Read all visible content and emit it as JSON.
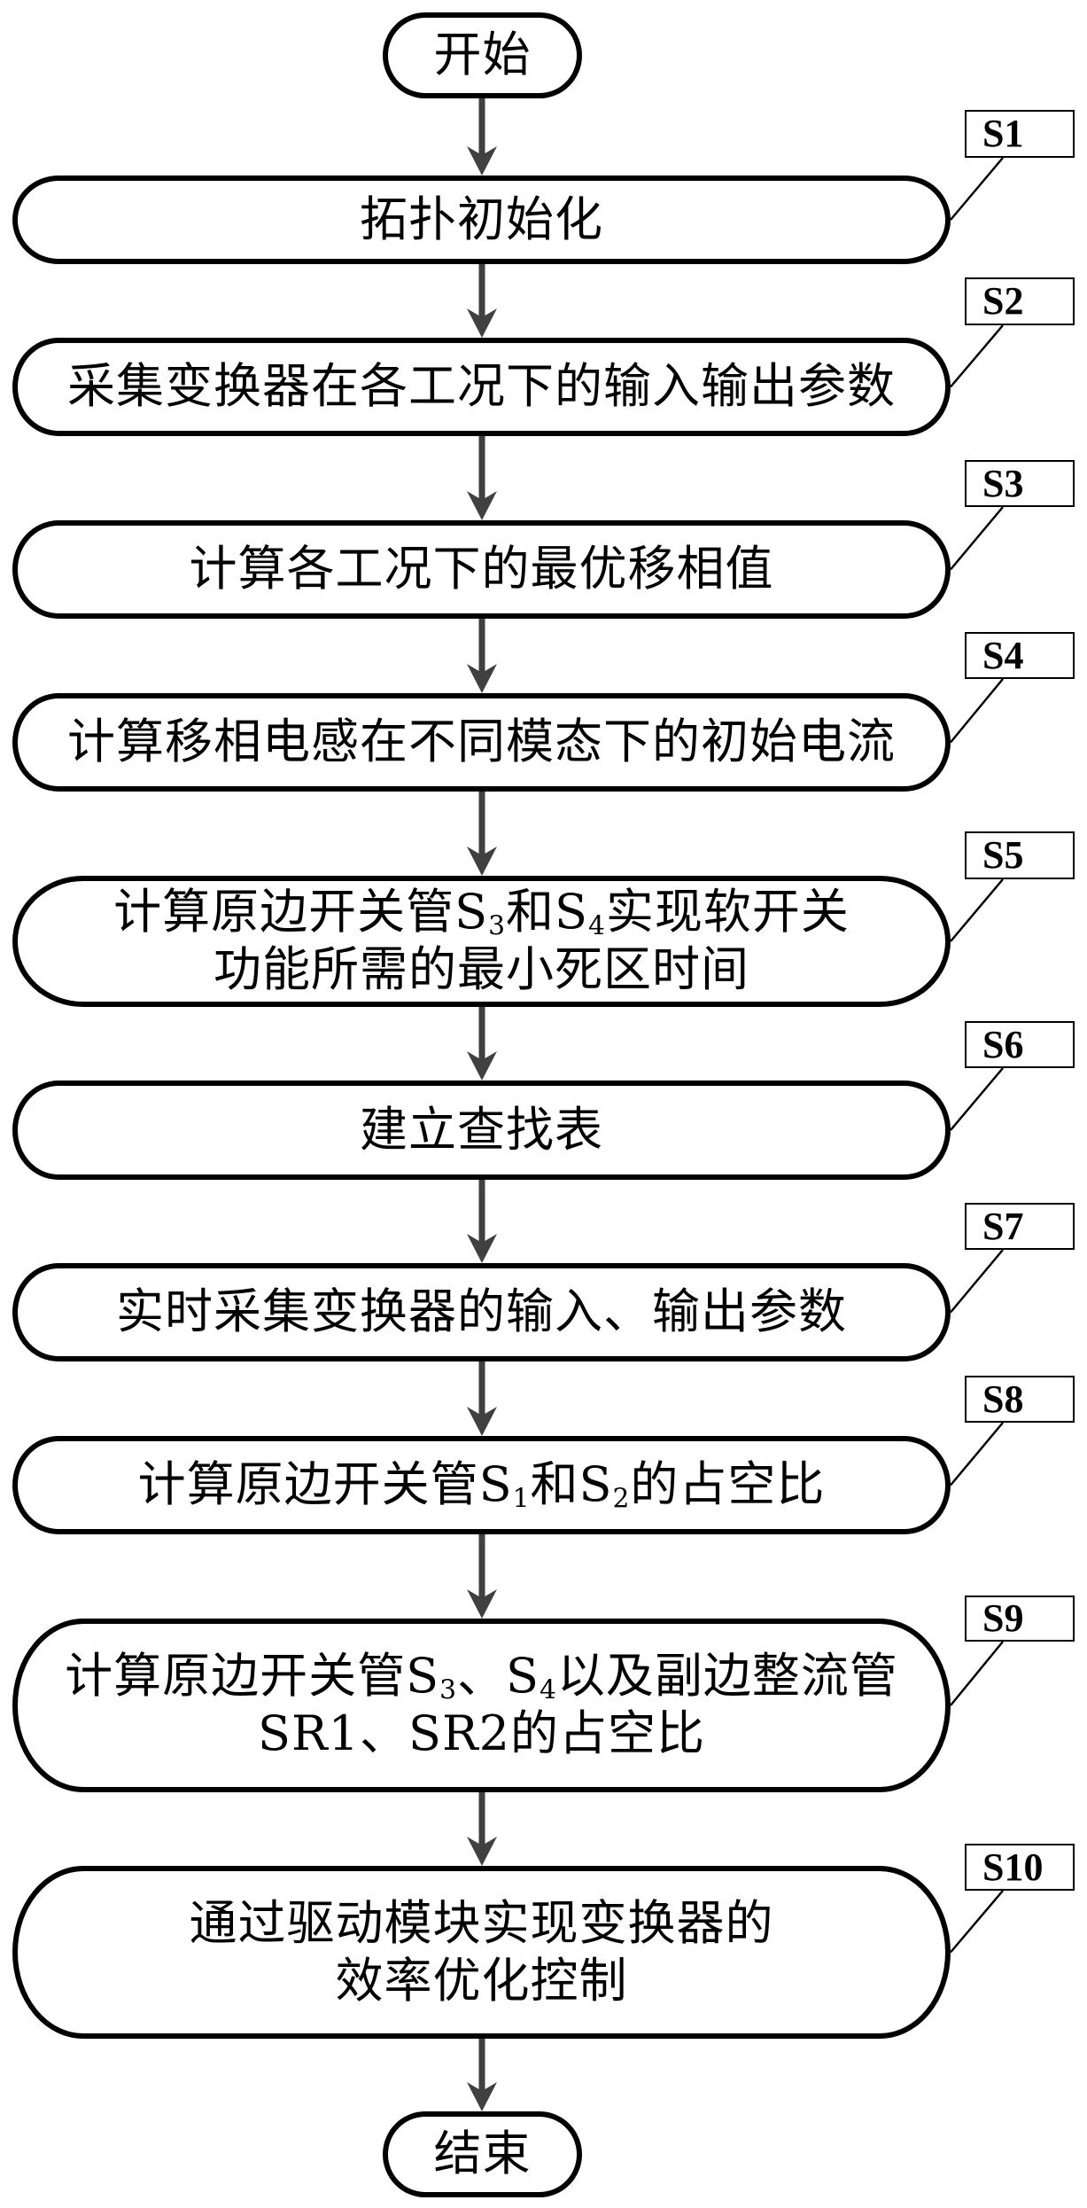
{
  "flowchart": {
    "start": {
      "label": "开始"
    },
    "end": {
      "label": "结束"
    },
    "steps": [
      {
        "id": "S1",
        "tag": "S1",
        "lines": [
          "拓扑初始化"
        ]
      },
      {
        "id": "S2",
        "tag": "S2",
        "lines": [
          "采集变换器在各工况下的输入输出参数"
        ]
      },
      {
        "id": "S3",
        "tag": "S3",
        "lines": [
          "计算各工况下的最优移相值"
        ]
      },
      {
        "id": "S4",
        "tag": "S4",
        "lines": [
          "计算移相电感在不同模态下的初始电流"
        ]
      },
      {
        "id": "S5",
        "tag": "S5",
        "lines": [
          "计算原边开关管S{3}和S{4}实现软开关",
          "功能所需的最小死区时间"
        ]
      },
      {
        "id": "S6",
        "tag": "S6",
        "lines": [
          "建立查找表"
        ]
      },
      {
        "id": "S7",
        "tag": "S7",
        "lines": [
          "实时采集变换器的输入、输出参数"
        ]
      },
      {
        "id": "S8",
        "tag": "S8",
        "lines": [
          "计算原边开关管S{1}和S{2}的占空比"
        ]
      },
      {
        "id": "S9",
        "tag": "S9",
        "lines": [
          "计算原边开关管S{3}、S{4}以及副边整流管",
          "SR1、SR2的占空比"
        ]
      },
      {
        "id": "S10",
        "tag": "S10",
        "lines": [
          "通过驱动模块实现变换器的",
          "效率优化控制"
        ]
      }
    ],
    "colors": {
      "box_border": "#000000",
      "arrow": "#404040",
      "background": "#ffffff"
    }
  }
}
